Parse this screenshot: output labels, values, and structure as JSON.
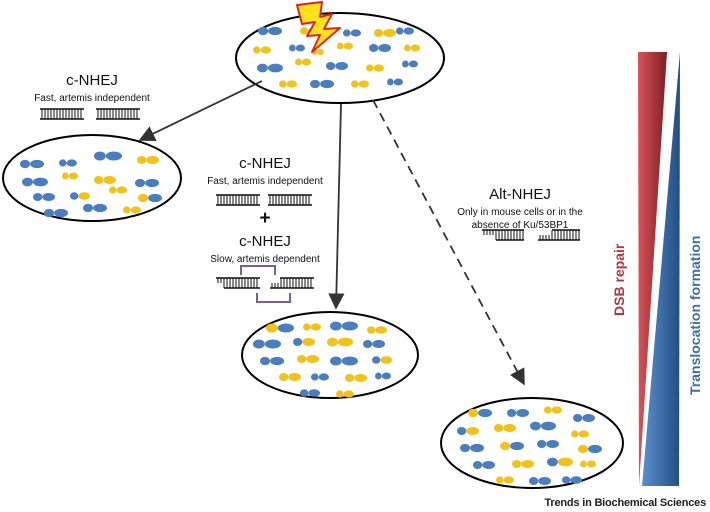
{
  "colors": {
    "chromosome_blue": "#4a7ebf",
    "chromosome_yellow": "#f1c21a",
    "dsb_repair": "#b7353a",
    "translocation_formation": "#3a6fa8",
    "bracket": "#7b5aa6"
  },
  "icons": [
    "lightning-bolt-icon",
    "dna-duplex-icon",
    "chromosome-icon"
  ],
  "left_pathway": {
    "title": "c-NHEJ",
    "subtitle": "Fast, artemis independent"
  },
  "middle_pathway": {
    "fast": {
      "title": "c-NHEJ",
      "subtitle": "Fast, artemis independent"
    },
    "plus": "+",
    "slow": {
      "title": "c-NHEJ",
      "subtitle": "Slow, artemis dependent"
    }
  },
  "right_pathway": {
    "title": "Alt-NHEJ",
    "subtitle_line1": "Only in mouse cells or in the",
    "subtitle_line2": "absence of Ku/53BP1"
  },
  "gradient_labels": {
    "dsb_repair": "DSB repair",
    "translocation": "Translocation formation"
  },
  "credit": "Trends in Biochemical Sciences"
}
